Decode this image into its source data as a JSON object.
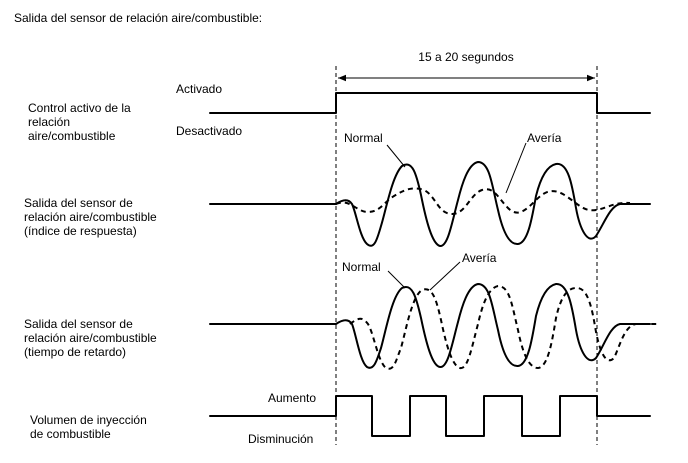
{
  "title": "Salida del sensor de relación aire/combustible:",
  "duration_label": "15 a 20 segundos",
  "rows": {
    "control": {
      "label_lines": [
        "Control activo de la",
        "relación",
        "aire/combustible"
      ],
      "state_high": "Activado",
      "state_low": "Desactivado"
    },
    "response": {
      "label_lines": [
        "Salida del sensor de",
        "relación aire/combustible",
        "(índice de respuesta)"
      ],
      "normal_label": "Normal",
      "fault_label": "Avería"
    },
    "delay": {
      "label_lines": [
        "Salida del sensor de",
        "relación aire/combustible",
        "(tiempo de retardo)"
      ],
      "normal_label": "Normal",
      "fault_label": "Avería"
    },
    "injection": {
      "label_lines": [
        "Volumen de inyección",
        "de combustible"
      ],
      "state_high": "Aumento",
      "state_low": "Disminución"
    }
  }
}
